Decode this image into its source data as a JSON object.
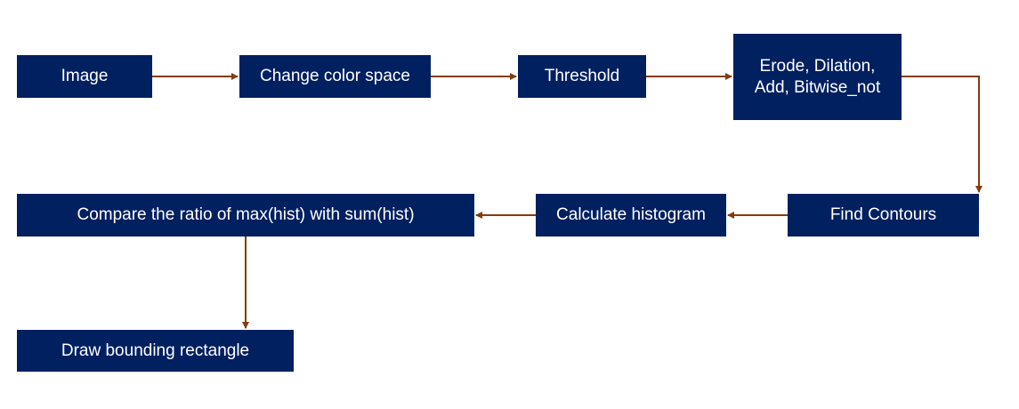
{
  "colors": {
    "box_fill": "#002060",
    "arrow": "#843C0C",
    "text": "#FFFFFF",
    "background": "#FFFFFF"
  },
  "nodes": {
    "image": "Image",
    "change_color_space": "Change color space",
    "threshold": "Threshold",
    "morphology_line1": "Erode, Dilation,",
    "morphology_line2": "Add, Bitwise_not",
    "find_contours": "Find Contours",
    "calculate_histogram": "Calculate histogram",
    "compare_ratio": "Compare the ratio of max(hist) with sum(hist)",
    "draw_bounding_rectangle": "Draw bounding rectangle"
  },
  "edges": [
    {
      "from": "image",
      "to": "change_color_space"
    },
    {
      "from": "change_color_space",
      "to": "threshold"
    },
    {
      "from": "threshold",
      "to": "morphology"
    },
    {
      "from": "morphology",
      "to": "find_contours"
    },
    {
      "from": "find_contours",
      "to": "calculate_histogram"
    },
    {
      "from": "calculate_histogram",
      "to": "compare_ratio"
    },
    {
      "from": "compare_ratio",
      "to": "draw_bounding_rectangle"
    }
  ]
}
